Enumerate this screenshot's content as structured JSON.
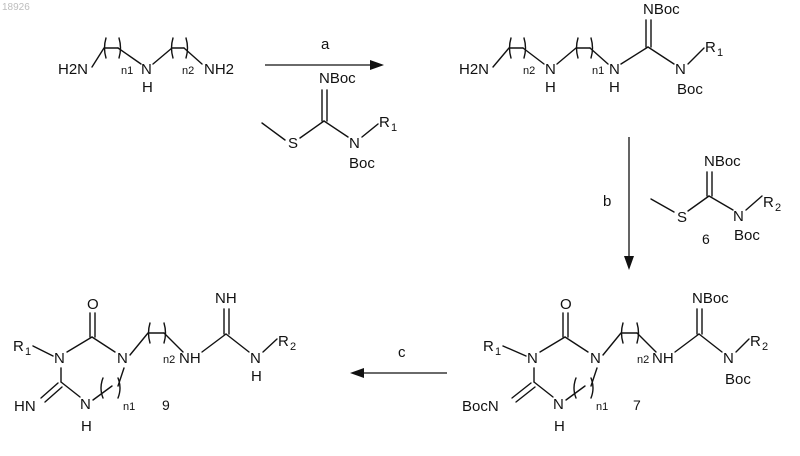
{
  "watermark": "18926",
  "steps": {
    "a": "a",
    "b": "b",
    "c": "c"
  },
  "atoms": {
    "H2N": "H2N",
    "NH2": "NH2",
    "N": "N",
    "NH": "NH",
    "H": "H",
    "NBoc": "NBoc",
    "Boc": "Boc",
    "BocN": "BocN",
    "HN": "HN",
    "S": "S",
    "O": "O",
    "R": "R",
    "H2": "H2"
  },
  "labels": {
    "n1": "n1",
    "n2": "n2",
    "R1": "R1",
    "R2": "R2",
    "sub1": "1",
    "sub2": "2"
  },
  "compounds": {
    "c6": "6",
    "c7": "7",
    "c9": "9"
  }
}
